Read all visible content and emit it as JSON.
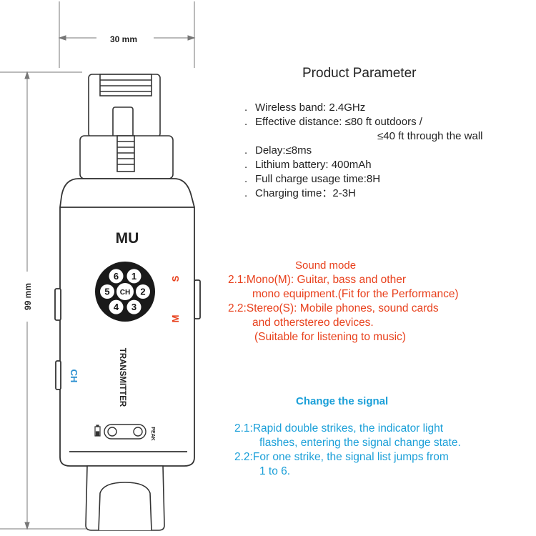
{
  "dimensions": {
    "width": "30 mm",
    "height": "99 mm"
  },
  "device": {
    "brand": "MU",
    "product_label": "TRANSMITTER",
    "ch_label": "CH",
    "peak_label": "PEAK",
    "switch_label_s": "S",
    "switch_label_m": "M",
    "dial": {
      "center": "CH",
      "numbers": [
        "1",
        "2",
        "3",
        "4",
        "5",
        "6"
      ]
    }
  },
  "parameters": {
    "title": "Product Parameter",
    "bullet": ".",
    "items": [
      "Wireless band: 2.4GHz",
      "Effective distance: ≤80 ft outdoors /",
      "Delay:≤8ms",
      "Lithium battery: 400mAh",
      "Full charge usage time:8H",
      "Charging time：2-3H"
    ],
    "effective_distance_cont": "≤40 ft through the wall"
  },
  "sound_mode": {
    "title": "Sound mode",
    "lines": [
      "2.1:Mono(M): Guitar, bass and other",
      "mono equipment.(Fit for the Performance)",
      "2.2:Stereo(S): Mobile phones, sound cards",
      "and otherstereo devices.",
      "(Suitable for listening to music)"
    ]
  },
  "change_signal": {
    "title": "Change the signal",
    "lines": [
      "2.1:Rapid double strikes, the indicator light",
      "flashes, entering the signal change state.",
      "2.2:For one strike, the signal list jumps from",
      "1 to 6."
    ]
  },
  "colors": {
    "red": "#e8401c",
    "blue": "#1a9fd8",
    "ch_blue": "#2a8fd0",
    "outline": "#333333"
  }
}
